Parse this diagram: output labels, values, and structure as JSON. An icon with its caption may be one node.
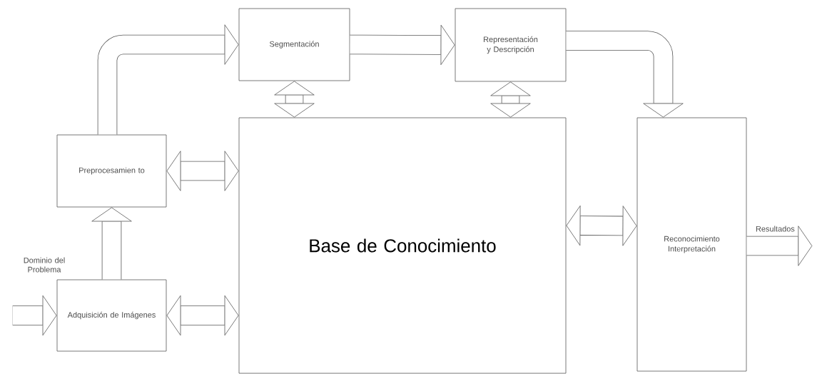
{
  "diagram": {
    "nodes": [
      {
        "text": [
          "Segmentación"
        ]
      },
      {
        "text": [
          "Representación y Descripción"
        ]
      },
      {
        "text": [
          "Preprocesamien to"
        ]
      },
      {
        "text": [
          "Base de Conocimiento"
        ]
      },
      {
        "text": [
          "Reconocimiento Interpretación"
        ]
      },
      {
        "text": [
          "Adquisición de Imágenes"
        ]
      }
    ],
    "edges": [
      {
        "from": 5,
        "to": 2,
        "arrow": "to"
      },
      {
        "from": 2,
        "to": 0,
        "arrow": "to"
      },
      {
        "from": 0,
        "to": 1,
        "arrow": "to"
      },
      {
        "from": 1,
        "to": 4,
        "arrow": "to"
      },
      {
        "from": 0,
        "to": 3,
        "arrow": "both"
      },
      {
        "from": 1,
        "to": 3,
        "arrow": "both"
      },
      {
        "from": 2,
        "to": 3,
        "arrow": "both"
      },
      {
        "from": 5,
        "to": 3,
        "arrow": "both"
      },
      {
        "from": 3,
        "to": 4,
        "arrow": "both"
      },
      {
        "from": 4,
        "to": null,
        "arrow": "to",
        "label": "Resultados"
      },
      {
        "from": null,
        "to": 5,
        "arrow": "to"
      }
    ],
    "labels": [
      "Dominio del Problema"
    ]
  }
}
